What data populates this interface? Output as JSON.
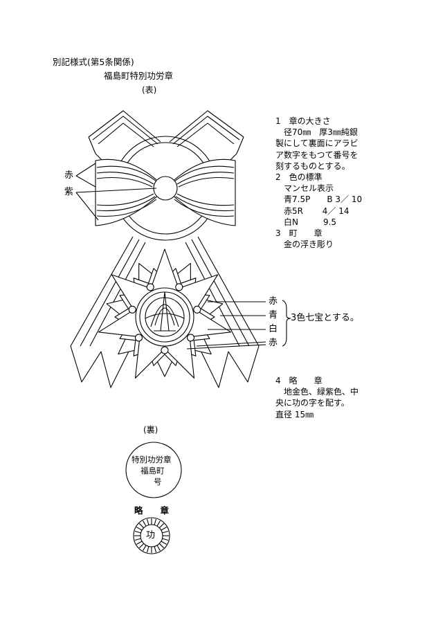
{
  "header": {
    "form_label": "別記様式(第5条関係)",
    "title": "福島町特別功労章",
    "front_label": "(表)",
    "back_label": "(裏)"
  },
  "ribbon_labels": {
    "red": "赤",
    "purple": "紫"
  },
  "enamel_labels": {
    "red1": "赤",
    "blue": "青",
    "white": "白",
    "red2": "赤",
    "note": "3色七宝とする。"
  },
  "spec": {
    "item1": {
      "num": "1",
      "title": "章の大きさ",
      "lines": [
        "径70㎜　厚3㎜純銀",
        "製にして裏面にアラビ",
        "ア数字をもつて番号を",
        "刻するものとする。"
      ]
    },
    "item2": {
      "num": "2",
      "title": "色の標準",
      "lines": [
        "マンセル表示",
        "青7.5P　　B 3／ 10",
        "赤5R　　 4／ 14",
        "白N　　　9.5"
      ]
    },
    "item3": {
      "num": "3",
      "title": "町　　章",
      "lines": [
        "金の浮き彫り"
      ]
    },
    "item4": {
      "num": "4",
      "title": "略　　章",
      "lines": [
        "地金色、緑紫色、中",
        "央に功の字を配す。",
        "直径 15㎜"
      ]
    }
  },
  "back": {
    "line1": "特別功労章",
    "line2": "福島町",
    "line3": "号"
  },
  "mini_badge": {
    "label": "略　　章",
    "char": "功"
  }
}
